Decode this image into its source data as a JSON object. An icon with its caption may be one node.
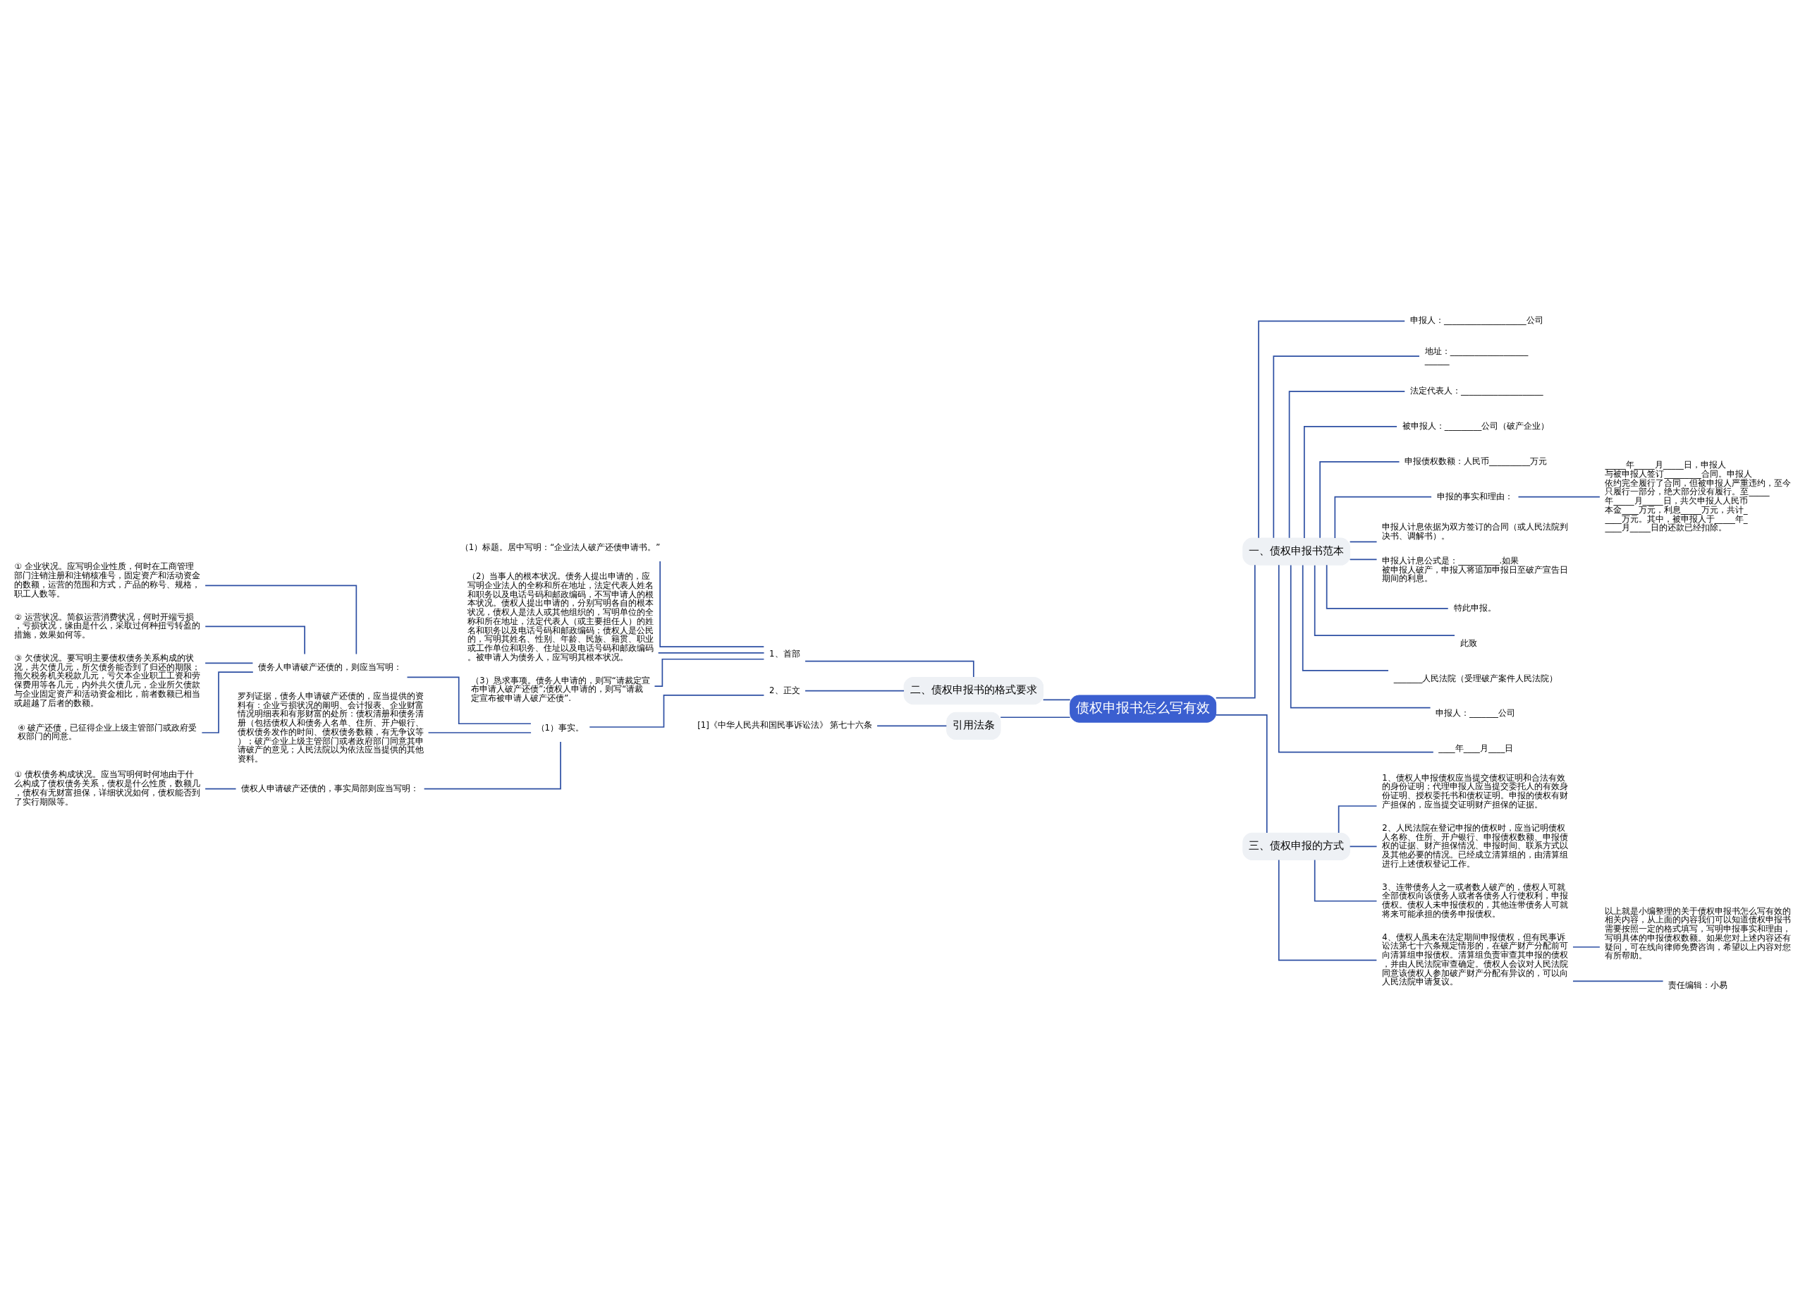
{
  "diagram": {
    "nodes": [
      {
        "text": [
          "债权申报书怎么写有效"
        ]
      },
      {
        "text": [
          "一、债权申报书范本"
        ]
      },
      {
        "text": [
          "申报人：____________________公司"
        ]
      },
      {
        "text": [
          "地址：_________________________"
        ]
      },
      {
        "text": [
          "法定代表人：____________________"
        ]
      },
      {
        "text": [
          "被申报人：_________公司（破产企业）"
        ]
      },
      {
        "text": [
          "申报债权数额：人民币__________万元"
        ]
      },
      {
        "text": [
          "申报的事实和理由："
        ]
      },
      {
        "text": [
          "_____年_____月_____日，申报人与被申报人签订_________合同。申报人依约完全履行了合同，但被申报人严重违约，至今只履行一部分，绝大部分没有履行。至_____年_____月_____日，共欠申报人人民币本金____万元，利息_____万元，共计_____万元。其中，被申报人于_____年_____月_____日的还款已经扣除。"
        ]
      },
      {
        "text": [
          "申报人计息依据为双方签订的合同（或人民法院判决书、调解书）。"
        ]
      },
      {
        "text": [
          "申报人计息公式是：__________.如果被申报人破产，申报人将追加申报日至破产宣告日期间的利息。"
        ]
      },
      {
        "text": [
          "特此申报。"
        ]
      },
      {
        "text": [
          "此致"
        ]
      },
      {
        "text": [
          "_______人民法院（受理破产案件人民法院）"
        ]
      },
      {
        "text": [
          "申报人：_______公司"
        ]
      },
      {
        "text": [
          "____年____月____日"
        ]
      },
      {
        "text": [
          "三、债权申报的方式"
        ]
      },
      {
        "text": [
          "1、债权人申报债权应当提交债权证明和合法有效的身份证明；代理申报人应当提交委托人的有效身份证明、授权委托书和债权证明。申报的债权有财产担保的，应当提交证明财产担保的证据。"
        ]
      },
      {
        "text": [
          "2、人民法院在登记申报的债权时，应当记明债权人名称、住所、开户银行、申报债权数额、申报债权的证据、财产担保情况、申报时间、联系方式以及其他必要的情况。已经成立清算组的，由清算组进行上述债权登记工作。"
        ]
      },
      {
        "text": [
          "3、连带债务人之一或者数人破产的，债权人可就全部债权向该债务人或者各债务人行使权利，申报债权。债权人未申报债权的，其他连带债务人可就将来可能承担的债务申报债权。"
        ]
      },
      {
        "text": [
          "4、债权人虽未在法定期间申报债权，但有民事诉讼法第七十六条规定情形的，在破产财产分配前可向清算组申报债权。清算组负责审查其申报的债权，并由人民法院审查确定。债权人会议对人民法院同意该债权人参加破产财产分配有异议的，可以向人民法院申请复议。"
        ]
      },
      {
        "text": [
          "以上就是小编整理的关于债权申报书怎么写有效的相关内容，从上面的内容我们可以知道债权申报书需要按照一定的格式填写，写明申报事实和理由，写明具体的申报债权数额。如果您对上述内容还有疑问，可在线向律师免费咨询，希望以上内容对您有所帮助。"
        ]
      },
      {
        "text": [
          "责任编辑：小易"
        ]
      },
      {
        "text": [
          "二、债权申报书的格式要求"
        ]
      },
      {
        "text": [
          "1、首部"
        ]
      },
      {
        "text": [
          "（1）标题。居中写明：“企业法人破产还债申请书。”"
        ]
      },
      {
        "text": [
          "（2）当事人的根本状况。债务人提出申请的，应写明企业法人的全称和所在地址，法定代表人姓名和职务以及电话号码和邮政编码，不写申请人的根本状况。债权人提出申请的，分别写明各自的根本状况，债权人是法人或其他组织的，写明单位的全称和所在地址，法定代表人（或主要担任人）的姓名和职务以及电话号码和邮政编码；债权人是公民的，写明其姓名、性别、年龄、民族、籍贯、职业或工作单位和职务、住址以及电话号码和邮政编码。被申请人为债务人，应写明其根本状况。"
        ]
      },
      {
        "text": [
          "（3）恳求事项。债务人申请的，则写“请裁定宣布申请人破产还债”;债权人申请的，则写“请裁定宣布被申请人破产还债”."
        ]
      },
      {
        "text": [
          "2、正文"
        ]
      },
      {
        "text": [
          "（1）事实。"
        ]
      },
      {
        "text": [
          "债务人申请破产还债的，则应当写明："
        ]
      },
      {
        "text": [
          "① 企业状况。应写明企业性质，何时在工商管理部门注销注册和注销核准号，固定资产和活动资金的数额，运营的范围和方式，产品的称号、规格，职工人数等。"
        ]
      },
      {
        "text": [
          "② 运营状况。简叙运营消费状况，何时开端亏损，亏损状况，缘由是什么，采取过何种扭亏转盈的措施，效果如何等。"
        ]
      },
      {
        "text": [
          "③ 欠债状况。要写明主要债权债务关系构成的状况，共欠债几元，所欠债务能否到了归还的期限；拖欠税务机关税款几元，亏欠本企业职工工资和劳保费用等各几元，内外共欠债几元，企业所欠债款与企业固定资产和活动资金相比，前者数额已相当或超越了后者的数额。"
        ]
      },
      {
        "text": [
          "④ 破产还债，已征得企业上级主管部门或政府受权部门的同意。"
        ]
      },
      {
        "text": [
          "罗列证据，债务人申请破产还债的，应当提供的资料有：企业亏损状况的阐明、会计报表、企业财富情况明细表和有形财富的处所：债权清册和债务清册（包括债权人和债务人名单、住所、开户银行、债权债务发作的时间、债权债务数额，有无争议等）；破产企业上级主管部门或者政府部门同意其申请破产的意见；人民法院以为依法应当提供的其他资料。"
        ]
      },
      {
        "text": [
          "债权人申请破产还债的，事实局部则应当写明："
        ]
      },
      {
        "text": [
          "① 债权债务构成状况。应当写明何时何地由于什么构成了债权债务关系，债权是什么性质，数额几，债权有无财富担保，详细状况如何，债权能否到了实行期限等。"
        ]
      },
      {
        "text": [
          "引用法条"
        ]
      },
      {
        "text": [
          "[1]《中华人民共和国民事诉讼法》 第七十六条"
        ]
      }
    ],
    "edges": [
      {
        "from": 0,
        "to": 1,
        "arrow": "none"
      },
      {
        "from": 1,
        "to": 2,
        "arrow": "none"
      },
      {
        "from": 1,
        "to": 3,
        "arrow": "none"
      },
      {
        "from": 1,
        "to": 4,
        "arrow": "none"
      },
      {
        "from": 1,
        "to": 5,
        "arrow": "none"
      },
      {
        "from": 1,
        "to": 6,
        "arrow": "none"
      },
      {
        "from": 1,
        "to": 7,
        "arrow": "none"
      },
      {
        "from": 7,
        "to": 8,
        "arrow": "none"
      },
      {
        "from": 1,
        "to": 9,
        "arrow": "none"
      },
      {
        "from": 1,
        "to": 10,
        "arrow": "none"
      },
      {
        "from": 1,
        "to": 11,
        "arrow": "none"
      },
      {
        "from": 1,
        "to": 12,
        "arrow": "none"
      },
      {
        "from": 1,
        "to": 13,
        "arrow": "none"
      },
      {
        "from": 1,
        "to": 14,
        "arrow": "none"
      },
      {
        "from": 1,
        "to": 15,
        "arrow": "none"
      },
      {
        "from": 0,
        "to": 16,
        "arrow": "none"
      },
      {
        "from": 16,
        "to": 17,
        "arrow": "none"
      },
      {
        "from": 16,
        "to": 18,
        "arrow": "none"
      },
      {
        "from": 16,
        "to": 19,
        "arrow": "none"
      },
      {
        "from": 16,
        "to": 20,
        "arrow": "none"
      },
      {
        "from": 20,
        "to": 21,
        "arrow": "none"
      },
      {
        "from": 20,
        "to": 22,
        "arrow": "none"
      },
      {
        "from": 0,
        "to": 23,
        "arrow": "none"
      },
      {
        "from": 23,
        "to": 24,
        "arrow": "none"
      },
      {
        "from": 24,
        "to": 25,
        "arrow": "none"
      },
      {
        "from": 24,
        "to": 26,
        "arrow": "none"
      },
      {
        "from": 24,
        "to": 27,
        "arrow": "none"
      },
      {
        "from": 23,
        "to": 28,
        "arrow": "none"
      },
      {
        "from": 28,
        "to": 29,
        "arrow": "none"
      },
      {
        "from": 29,
        "to": 30,
        "arrow": "none"
      },
      {
        "from": 30,
        "to": 31,
        "arrow": "none"
      },
      {
        "from": 30,
        "to": 32,
        "arrow": "none"
      },
      {
        "from": 30,
        "to": 33,
        "arrow": "none"
      },
      {
        "from": 30,
        "to": 34,
        "arrow": "none"
      },
      {
        "from": 29,
        "to": 35,
        "arrow": "none"
      },
      {
        "from": 29,
        "to": 36,
        "arrow": "none"
      },
      {
        "from": 36,
        "to": 37,
        "arrow": "none"
      },
      {
        "from": 0,
        "to": 38,
        "arrow": "none"
      },
      {
        "from": 38,
        "to": 39,
        "arrow": "none"
      }
    ]
  }
}
